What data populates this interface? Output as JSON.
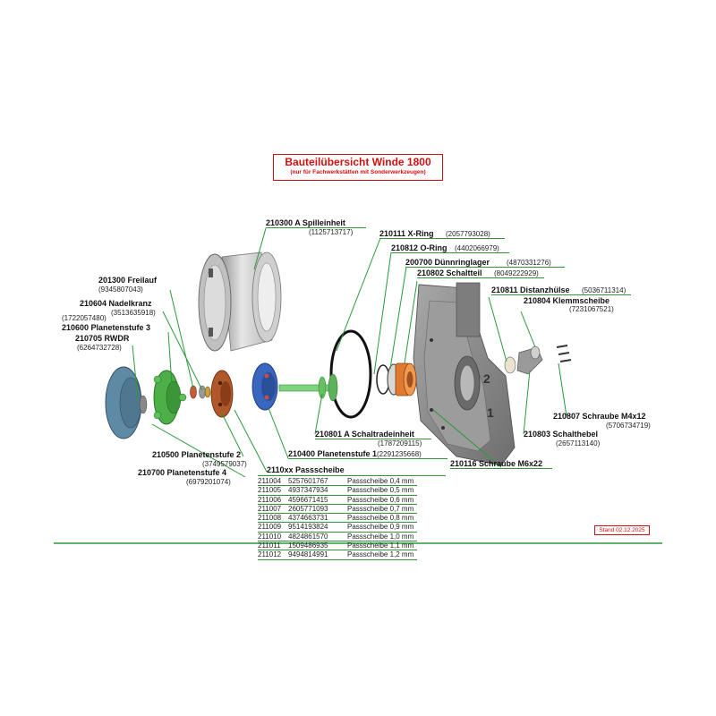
{
  "title": {
    "main": "Bauteilübersicht Winde 1800",
    "sub": "(nur für Fachwerkstätten mit Sonderwerkzeugen)"
  },
  "parts": {
    "p210300": {
      "name": "210300 A Spilleinheit",
      "num": "(1125713717)"
    },
    "p210111": {
      "name": "210111 X-Ring",
      "num": "(2057793028)"
    },
    "p210812": {
      "name": "210812 O-Ring",
      "num": "(4402066979)"
    },
    "p200700": {
      "name": "200700 Dünnringlager",
      "num": "(4870331276)"
    },
    "p210802": {
      "name": "210802 Schaltteil",
      "num": "(8049222929)"
    },
    "p201300": {
      "name": "201300 Freilauf",
      "num": "(9345807043)"
    },
    "p210604": {
      "name": "210604 Nadelkranz",
      "num": "(3513635918)"
    },
    "p210600": {
      "name": "210600 Planetenstufe 3",
      "num": "(1722057480)"
    },
    "p210705": {
      "name": "210705 RWDR",
      "num": "(6264732728)"
    },
    "p210811": {
      "name": "210811 Distanzhülse",
      "num": "(5036711314)"
    },
    "p210804": {
      "name": "210804 Klemmscheibe",
      "num": "(7231067521)"
    },
    "p210807": {
      "name": "210807 Schraube M4x12",
      "num": "(5706734719)"
    },
    "p210803": {
      "name": "210803 Schalthebel",
      "num": "(2657113140)"
    },
    "p210801": {
      "name": "210801 A Schaltradeinheit",
      "num": "(1787209115)"
    },
    "p210400": {
      "name": "210400 Planetenstufe 1",
      "num": "(2291235668)"
    },
    "p210116": {
      "name": "210116 Schraube M6x22"
    },
    "p210500": {
      "name": "210500 Planetenstufe 2",
      "num": "(3749579037)"
    },
    "p210700": {
      "name": "210700 Planetenstufe 4",
      "num": "(6979201074)"
    },
    "p2110xx": {
      "name": "2110xx Passscheibe"
    }
  },
  "shims": [
    [
      "211004",
      "5257601767",
      "Passscheibe 0,4 mm"
    ],
    [
      "211005",
      "4937347934",
      "Passscheibe 0,5 mm"
    ],
    [
      "211006",
      "4596671415",
      "Passscheibe 0,6 mm"
    ],
    [
      "211007",
      "2605771093",
      "Passscheibe 0,7 mm"
    ],
    [
      "211008",
      "4374663731",
      "Passscheibe 0,8 mm"
    ],
    [
      "211009",
      "9514193824",
      "Passscheibe 0,9 mm"
    ],
    [
      "211010",
      "4824861570",
      "Passscheibe 1,0 mm"
    ],
    [
      "211011",
      "1509486935",
      "Passscheibe 1,1 mm"
    ],
    [
      "211012",
      "9494814991",
      "Passscheibe 1,2 mm"
    ]
  ],
  "housing_marks": {
    "one": "1",
    "two": "2"
  },
  "stamp": "Stand 02.12.2025",
  "colors": {
    "leader": "#2a9a3a",
    "title": "#d01010",
    "brown": "#b0582a",
    "blue": "#3a66c0",
    "green": "#4caf48",
    "steel": "#5f8aa6",
    "orange": "#e07a30"
  }
}
